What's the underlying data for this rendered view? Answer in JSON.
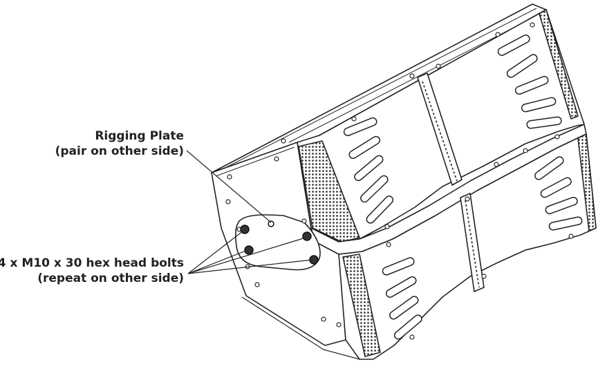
{
  "callouts": {
    "rigging_plate": {
      "title": "Rigging Plate",
      "note": "(pair on other side)"
    },
    "bolts": {
      "title": "4 x M10 x 30 hex head bolts",
      "note": "(repeat on other side)"
    }
  },
  "colors": {
    "line": "#222222",
    "background": "#ffffff",
    "grille": "#444444"
  }
}
